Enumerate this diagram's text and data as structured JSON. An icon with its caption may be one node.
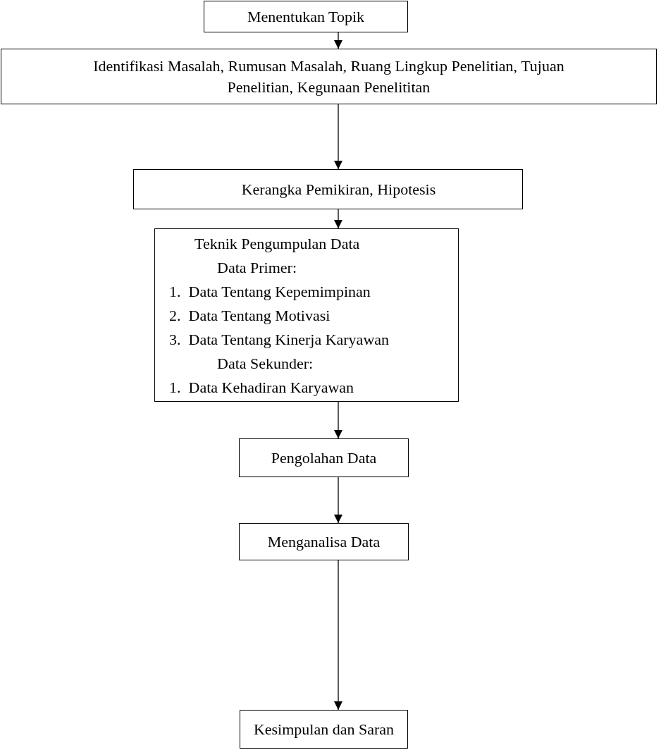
{
  "diagram": {
    "nodes": [
      {
        "text": [
          "Menentukan Topik"
        ]
      },
      {
        "text": [
          "Identifikasi Masalah, Rumusan Masalah, Ruang Lingkup Penelitian, Tujuan Penelitian, Kegunaan Penelititan"
        ]
      },
      {
        "text": [
          "Kerangka Pemikiran, Hipotesis"
        ]
      },
      {
        "text": [
          "Teknik Pengumpulan Data",
          "Data Primer:",
          "1.  Data Tentang Kepemimpinan",
          "2.  Data Tentang Motivasi",
          "3.  Data Tentang Kinerja Karyawan",
          "Data Sekunder:",
          "1.  Data Kehadiran Karyawan"
        ]
      },
      {
        "text": [
          "Pengolahan Data"
        ]
      },
      {
        "text": [
          "Menganalisa Data"
        ]
      },
      {
        "text": [
          "Kesimpulan dan Saran"
        ]
      }
    ],
    "edges": [
      {
        "from": 0,
        "to": 1,
        "arrow": "to"
      },
      {
        "from": 1,
        "to": 2,
        "arrow": "to"
      },
      {
        "from": 2,
        "to": 3,
        "arrow": "to"
      },
      {
        "from": 3,
        "to": 4,
        "arrow": "to"
      },
      {
        "from": 4,
        "to": 5,
        "arrow": "to"
      },
      {
        "from": 5,
        "to": 6,
        "arrow": "to"
      }
    ]
  }
}
